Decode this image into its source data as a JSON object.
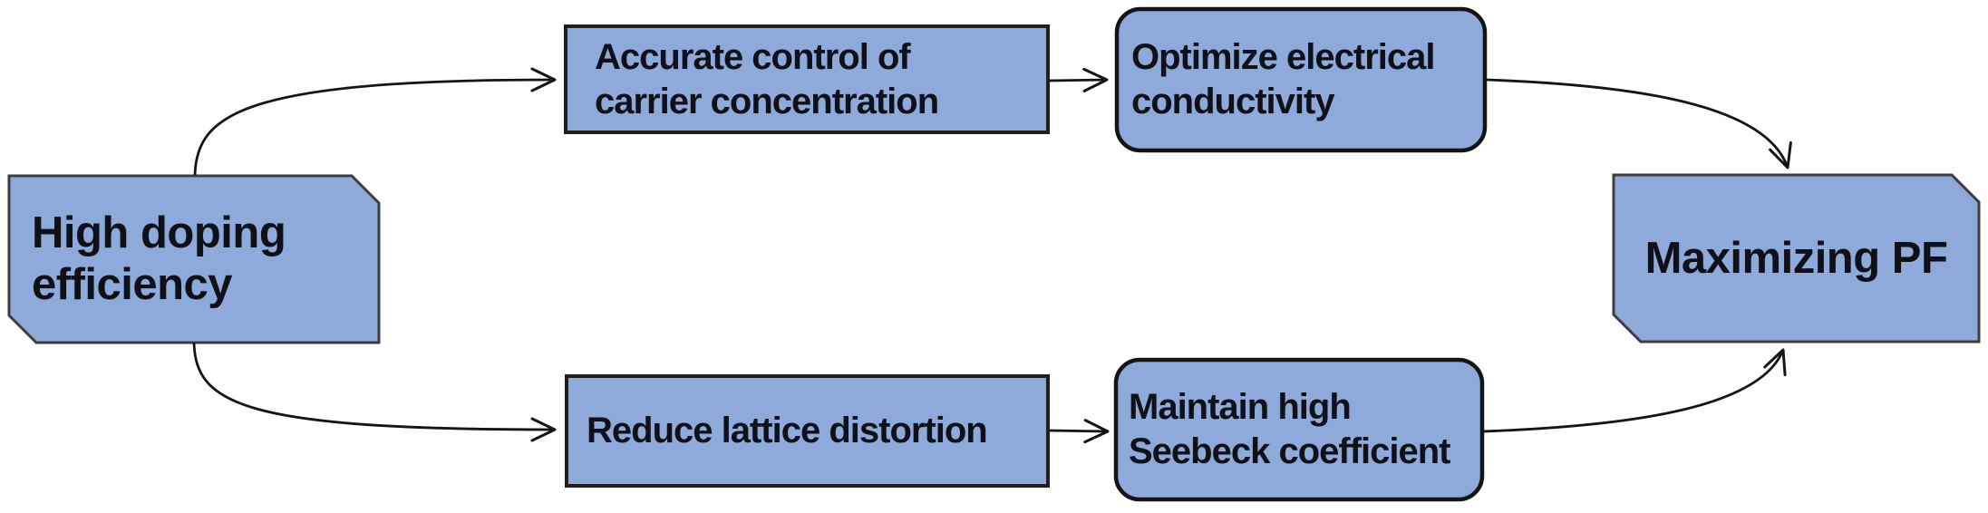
{
  "figure": {
    "type": "flowchart",
    "background": "#ffffff",
    "node_fill": "#8EAADB",
    "snip_node_border": "#3d3d3d",
    "rect_node_border": "#1f1f1f",
    "rounded_node_border": "#141414",
    "text_color": "#101018",
    "arrow_color": "#151515"
  },
  "nodes": {
    "source": {
      "label": "High doping efficiency",
      "lines": [
        "High doping",
        "efficiency"
      ],
      "shape": "snip-corner-rect"
    },
    "top_mid": {
      "label": "Accurate control of carrier concentration",
      "lines": [
        "Accurate control of",
        "carrier concentration"
      ],
      "shape": "rect"
    },
    "top_right": {
      "label": "Optimize electrical conductivity",
      "lines": [
        "Optimize electrical",
        "conductivity"
      ],
      "shape": "rounded-rect"
    },
    "bottom_mid": {
      "label": "Reduce lattice distortion",
      "lines": [
        "Reduce lattice distortion"
      ],
      "shape": "rect"
    },
    "bottom_right": {
      "label": "Maintain high Seebeck coefficient",
      "lines": [
        "Maintain high",
        "Seebeck coefficient"
      ],
      "shape": "rounded-rect"
    },
    "sink": {
      "label": "Maximizing PF",
      "lines": [
        "Maximizing PF"
      ],
      "shape": "snip-corner-rect"
    }
  },
  "edges": [
    {
      "from": "High doping efficiency",
      "to": "Accurate control of carrier concentration"
    },
    {
      "from": "High doping efficiency",
      "to": "Reduce lattice distortion"
    },
    {
      "from": "Accurate control of carrier concentration",
      "to": "Optimize electrical conductivity"
    },
    {
      "from": "Reduce lattice distortion",
      "to": "Maintain high Seebeck coefficient"
    },
    {
      "from": "Optimize electrical conductivity",
      "to": "Maximizing PF"
    },
    {
      "from": "Maintain high Seebeck coefficient",
      "to": "Maximizing PF"
    }
  ]
}
